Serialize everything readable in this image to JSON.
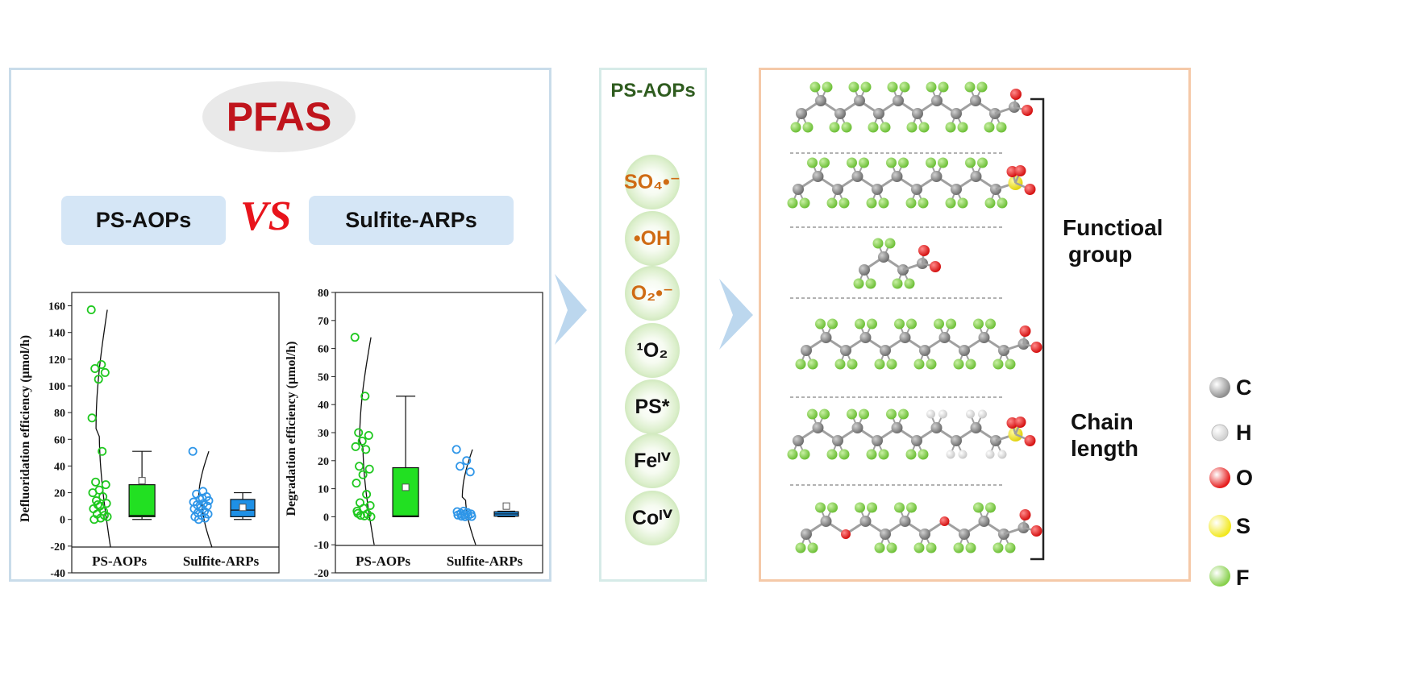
{
  "left": {
    "title": "PFAS",
    "method_a": "PS-AOPs",
    "vs": "VS",
    "method_b": "Sulfite-ARPs"
  },
  "middle": {
    "title": "PS-AOPs",
    "species": [
      {
        "text": "SO₄•⁻",
        "color": "orange"
      },
      {
        "text": "•OH",
        "color": "orange"
      },
      {
        "text": "O₂•⁻",
        "color": "orange"
      },
      {
        "text": "¹O₂",
        "color": "black"
      },
      {
        "text": "PS*",
        "color": "black"
      },
      {
        "text": "Feᴵⱽ",
        "color": "black"
      },
      {
        "text": "Coᴵⱽ",
        "color": "black"
      }
    ]
  },
  "right": {
    "functional_group_label": [
      "Functioal",
      "group"
    ],
    "chain_length_label": [
      "Chain",
      "length"
    ],
    "atom_legend": [
      {
        "symbol": "C",
        "color": "#8e8e8e"
      },
      {
        "symbol": "H",
        "color": "#ffffff"
      },
      {
        "symbol": "O",
        "color": "#e51a1a"
      },
      {
        "symbol": "S",
        "color": "#f2e81c"
      },
      {
        "symbol": "F",
        "color": "#86d04a"
      }
    ]
  },
  "chart_data": [
    {
      "type": "scatter",
      "title": "",
      "ylabel": "Defluoridation efficiency (μmol/h)",
      "xlabel": "",
      "categories": [
        "PS-AOPs",
        "Sulfite-ARPs"
      ],
      "ylim": [
        -40,
        170
      ],
      "yticks": [
        -40,
        -20,
        0,
        20,
        40,
        60,
        80,
        100,
        120,
        140,
        160
      ],
      "series": [
        {
          "name": "PS-AOPs",
          "color": "#1fc81f",
          "values": [
            157,
            116,
            113,
            110,
            105,
            76,
            51,
            28,
            26,
            22,
            20,
            17,
            14,
            12,
            10,
            8,
            6,
            4,
            2,
            1,
            0,
            3,
            11
          ],
          "box": {
            "q1": 2,
            "q3": 26,
            "median": 3,
            "mean": 29,
            "whisker_low": 0,
            "whisker_high": 51
          }
        },
        {
          "name": "Sulfite-ARPs",
          "color": "#2f96e8",
          "values": [
            51,
            21,
            19,
            17,
            15,
            13,
            12,
            11,
            10,
            9,
            8,
            6,
            5,
            4,
            3,
            2,
            1,
            0,
            14,
            16
          ],
          "box": {
            "q1": 2,
            "q3": 15,
            "median": 7,
            "mean": 9,
            "whisker_low": 0,
            "whisker_high": 20
          }
        }
      ]
    },
    {
      "type": "scatter",
      "title": "",
      "ylabel": "Degradation efficiency (μmol/h)",
      "xlabel": "",
      "categories": [
        "PS-AOPs",
        "Sulfite-ARPs"
      ],
      "ylim": [
        -20,
        80
      ],
      "yticks": [
        -20,
        -10,
        0,
        10,
        20,
        30,
        40,
        50,
        60,
        70,
        80
      ],
      "series": [
        {
          "name": "PS-AOPs",
          "color": "#1fc81f",
          "values": [
            64,
            43,
            30,
            29,
            27,
            25,
            24,
            18,
            17,
            15,
            12,
            8,
            5,
            4,
            3,
            2,
            1,
            0.5,
            0,
            0.3,
            1.2
          ],
          "box": {
            "q1": 0,
            "q3": 17.5,
            "median": 0.3,
            "mean": 10.5,
            "whisker_low": 0,
            "whisker_high": 43
          }
        },
        {
          "name": "Sulfite-ARPs",
          "color": "#2f96e8",
          "values": [
            24,
            20,
            18,
            16,
            2,
            1.8,
            1.5,
            1.2,
            1,
            0.8,
            0.6,
            0.4,
            0.2,
            0.1,
            0
          ],
          "box": {
            "q1": 0.2,
            "q3": 1.8,
            "median": 1,
            "mean": 3.8,
            "whisker_low": 0,
            "whisker_high": 2
          }
        }
      ]
    }
  ]
}
